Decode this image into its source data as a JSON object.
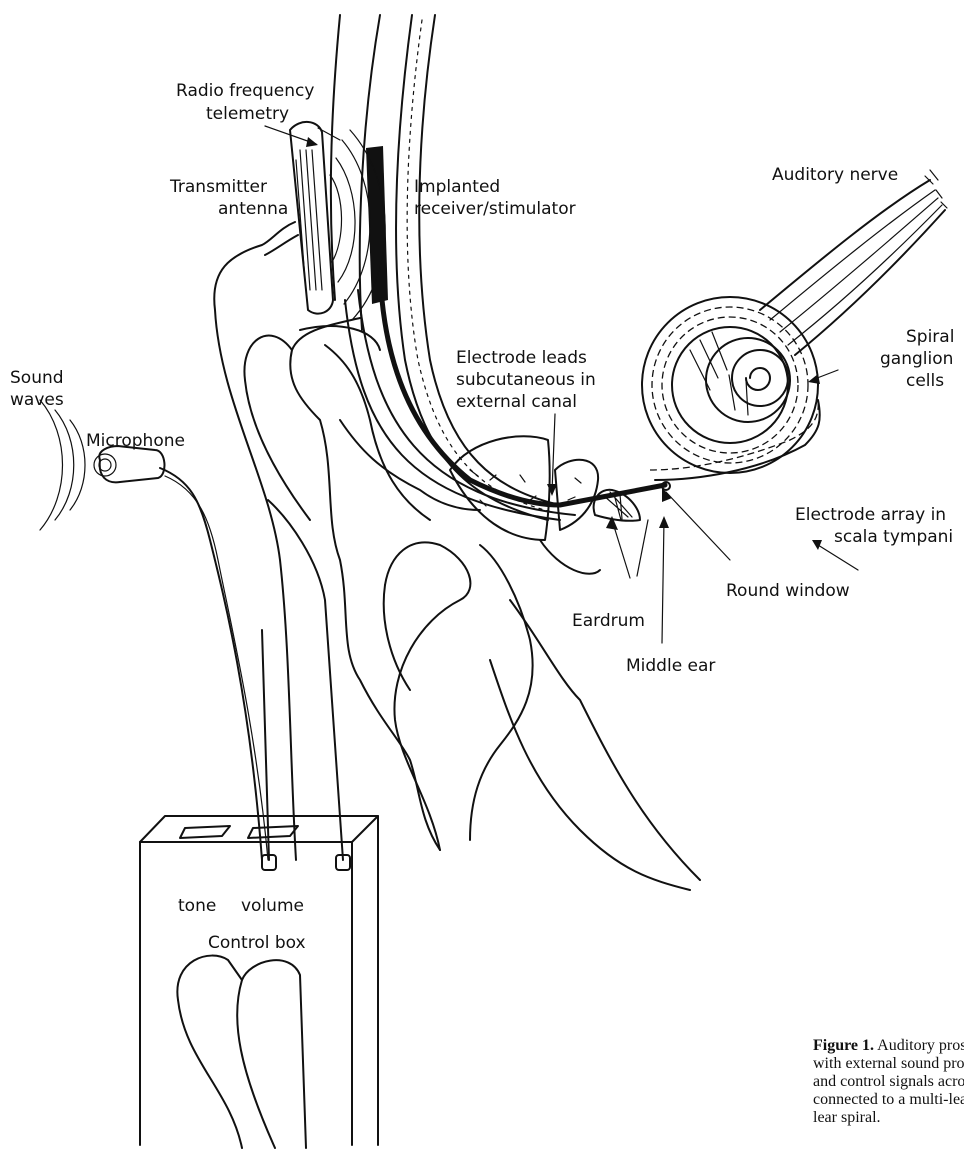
{
  "labels": {
    "radio_telemetry_1": "Radio frequency",
    "radio_telemetry_2": "telemetry",
    "transmitter_1": "Transmitter",
    "transmitter_2": "antenna",
    "implanted_1": "Implanted",
    "implanted_2": "receiver/stimulator",
    "auditory_nerve": "Auditory nerve",
    "electrode_leads_1": "Electrode leads",
    "electrode_leads_2": "subcutaneous in",
    "electrode_leads_3": "external canal",
    "spiral_1": "Spiral",
    "spiral_2": "ganglion",
    "spiral_3": "cells",
    "sound_1": "Sound",
    "sound_2": "waves",
    "microphone": "Microphone",
    "electrode_array_1": "Electrode array in",
    "electrode_array_2": "scala tympani",
    "round_window": "Round window",
    "eardrum": "Eardrum",
    "middle_ear": "Middle ear",
    "tone": "tone",
    "volume": "volume",
    "control_box": "Control box"
  },
  "caption": {
    "figure_label": "Figure 1.",
    "line1": "Auditory prosthes",
    "line2": "with external sound proces",
    "line3": "and control signals across th",
    "line4": "connected to a multi-lead ele",
    "line5": "lear spiral."
  }
}
